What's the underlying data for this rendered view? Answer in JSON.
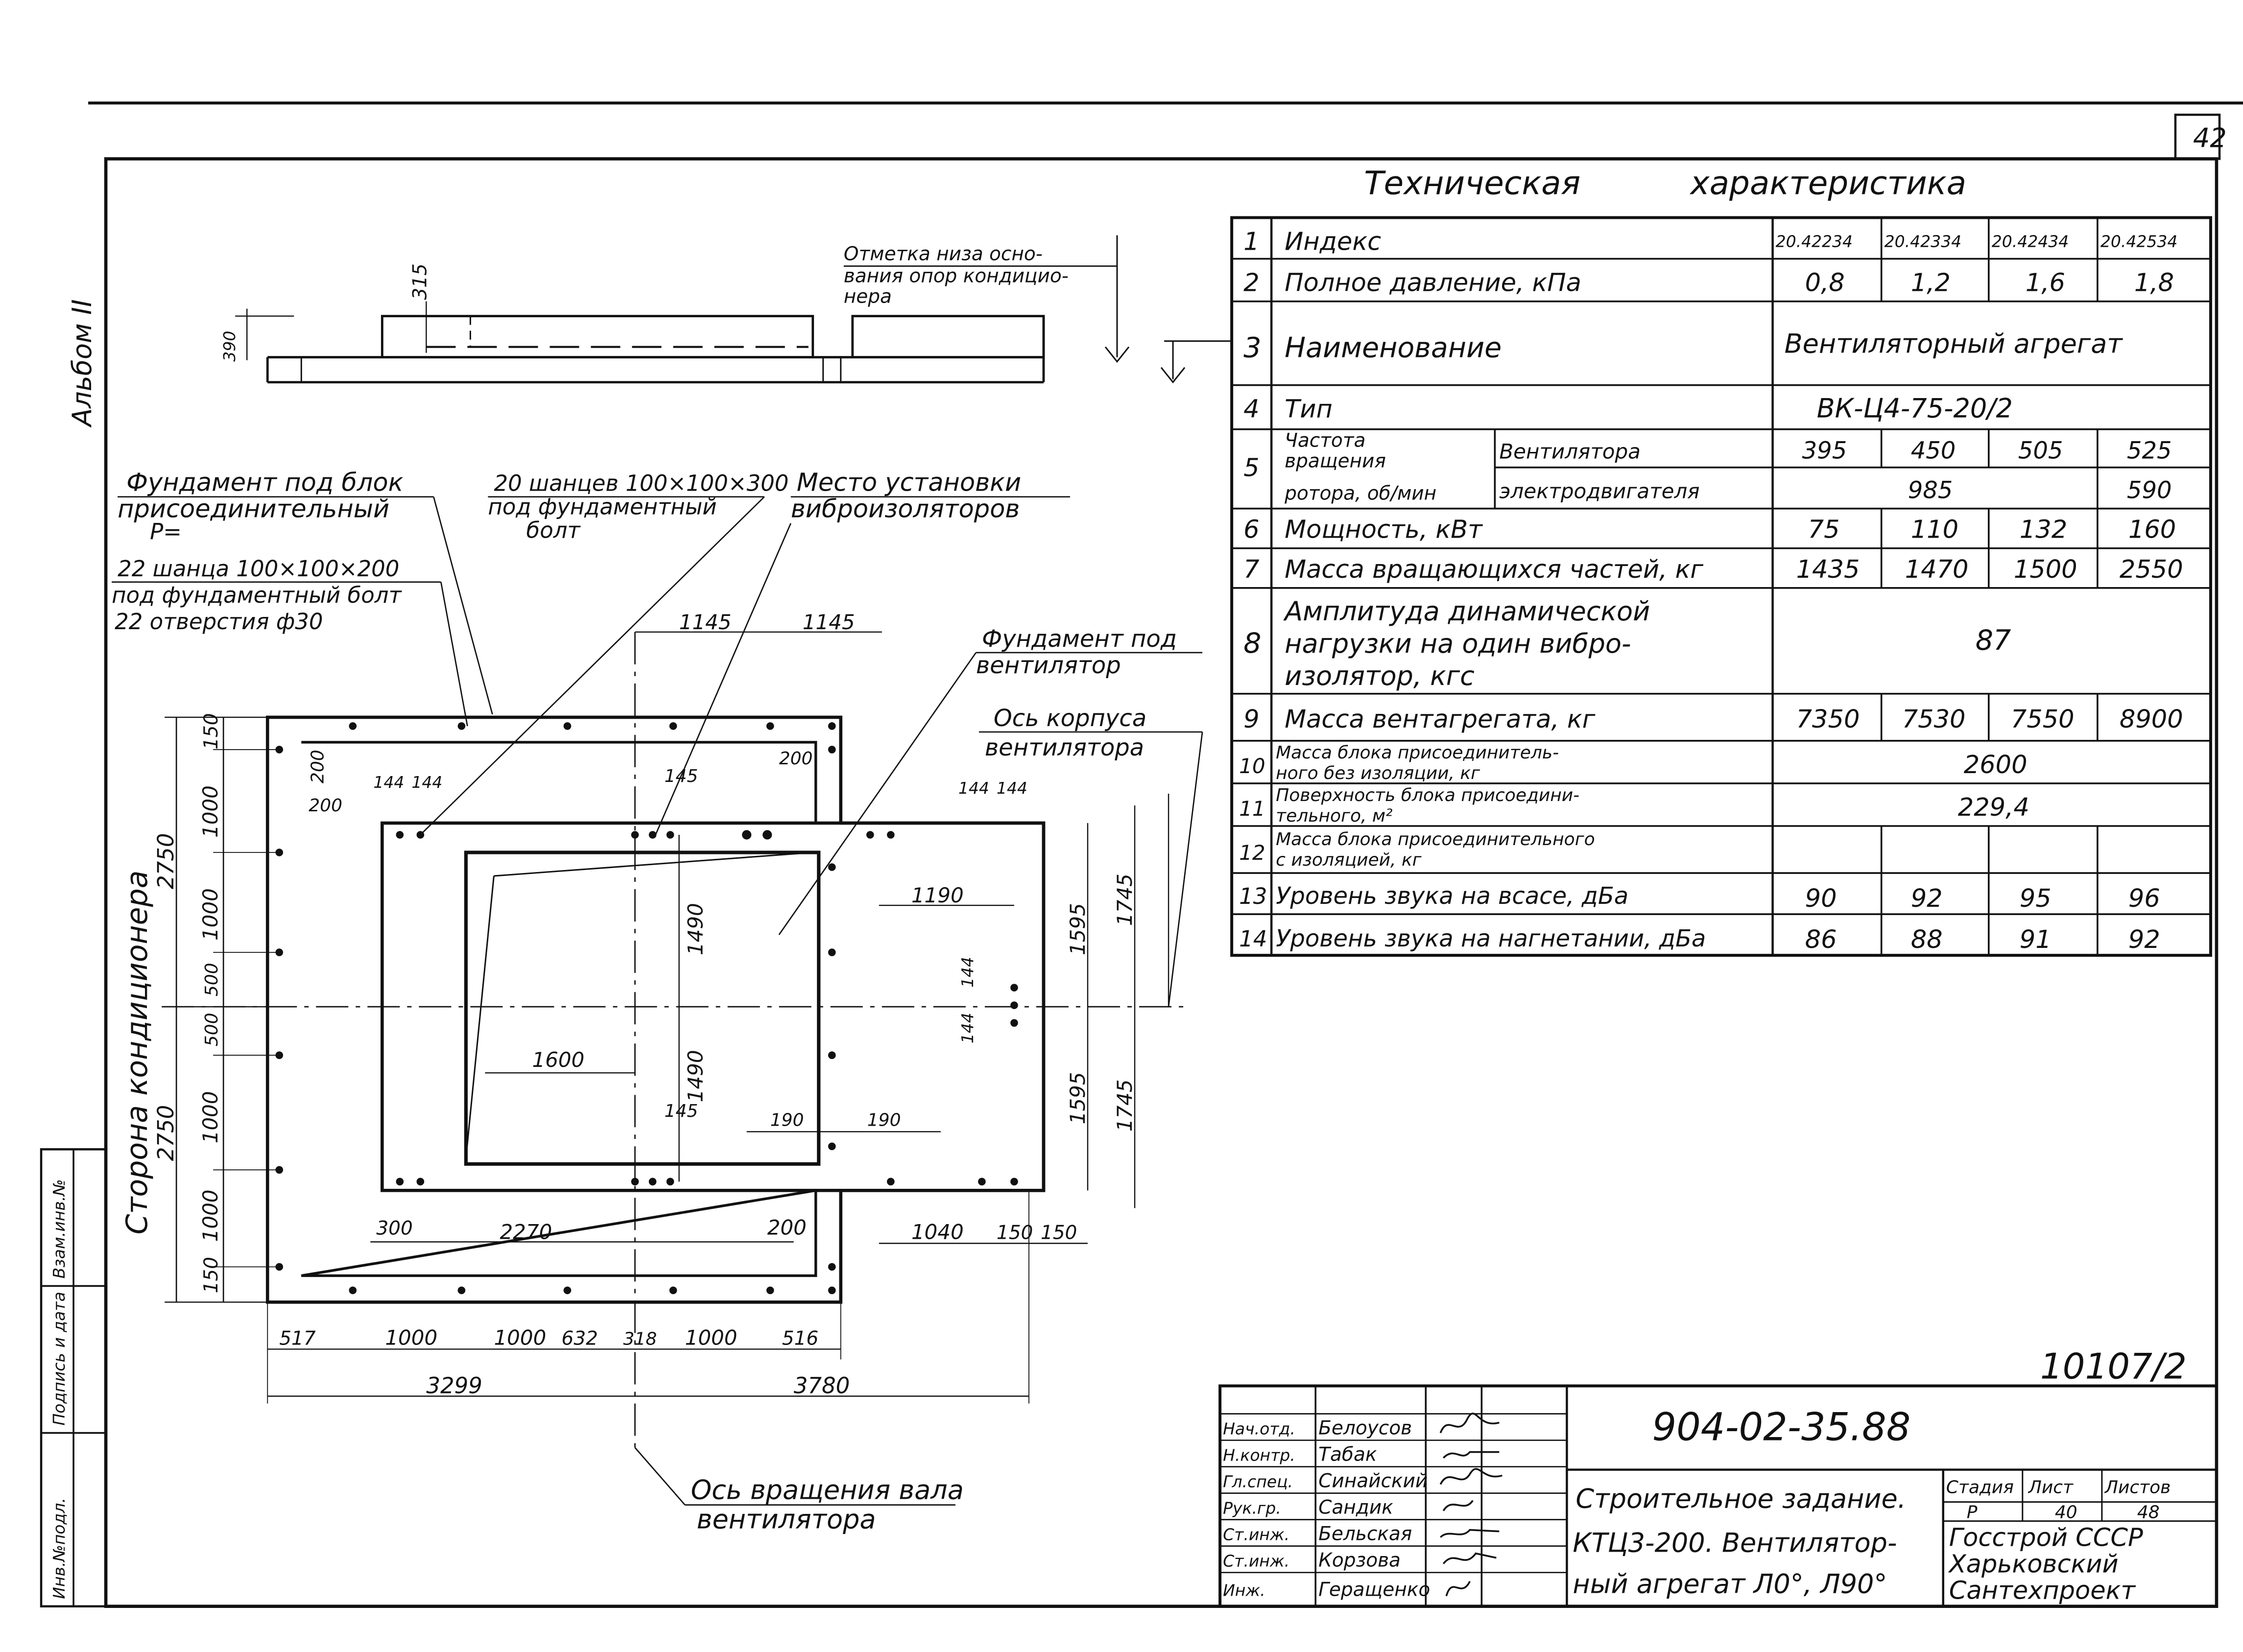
{
  "sheet": {
    "page_number": "42",
    "album": "Альбом II",
    "doc_number": "10107/2",
    "colors": {
      "ink": "#111111",
      "paper": "#ffffff"
    }
  },
  "tech_table": {
    "title_part1": "Техническая",
    "title_part2": "характеристика",
    "rows": [
      {
        "n": "1",
        "label": "Индекс",
        "values": [
          "20.42234",
          "20.42334",
          "20.42434",
          "20.42534"
        ]
      },
      {
        "n": "2",
        "label": "Полное давление, кПа",
        "values": [
          "0,8",
          "1,2",
          "1,6",
          "1,8"
        ]
      },
      {
        "n": "3",
        "label": "Наименование",
        "merged": "Вентиляторный агрегат"
      },
      {
        "n": "4",
        "label": "Тип",
        "merged": "ВК-Ц4-75-20/2"
      },
      {
        "n": "5",
        "label_lines": [
          "Частота",
          "вращения",
          "ротора, об/мин"
        ],
        "sub_fan": "Вентилятора",
        "sub_motor": "электродвигателя",
        "fan_values": [
          "395",
          "450",
          "505",
          "525"
        ],
        "motor_merged": "985",
        "motor_last": "590"
      },
      {
        "n": "6",
        "label": "Мощность, кВт",
        "values": [
          "75",
          "110",
          "132",
          "160"
        ]
      },
      {
        "n": "7",
        "label": "Масса вращающихся частей, кг",
        "values": [
          "1435",
          "1470",
          "1500",
          "2550"
        ]
      },
      {
        "n": "8",
        "label_lines": [
          "Амплитуда динамической",
          "нагрузки на один вибро-",
          "изолятор, кгс"
        ],
        "merged": "87"
      },
      {
        "n": "9",
        "label": "Масса вентагрегата, кг",
        "values": [
          "7350",
          "7530",
          "7550",
          "8900"
        ]
      },
      {
        "n": "10",
        "label_lines": [
          "Масса блока присоединитель-",
          "ного без изоляции, кг"
        ],
        "merged": "2600"
      },
      {
        "n": "11",
        "label_lines": [
          "Поверхность блока присоедини-",
          "тельного, м²"
        ],
        "merged": "229,4"
      },
      {
        "n": "12",
        "label_lines": [
          "Масса блока присоединительного",
          "с изоляцией, кг"
        ],
        "values": [
          "",
          "",
          "",
          ""
        ]
      },
      {
        "n": "13",
        "label": "Уровень звука на всасе, дБа",
        "values": [
          "90",
          "92",
          "95",
          "96"
        ]
      },
      {
        "n": "14",
        "label": "Уровень звука на нагнетании, дБа",
        "values": [
          "86",
          "88",
          "91",
          "92"
        ]
      }
    ]
  },
  "elevation": {
    "dim_315": "315",
    "dim_390": "390",
    "note_lines": [
      "Отметка низа осно-",
      "вания опор кондицио-",
      "нера"
    ]
  },
  "callouts": {
    "foundation_block_lines": [
      "Фундамент под блок",
      "присоединительный",
      "Р="
    ],
    "bolts_20_lines": [
      "20 шанцев 100×100×300",
      "под фундаментный",
      "болт"
    ],
    "isolators_lines": [
      "Место установки",
      "виброизоляторов"
    ],
    "bolts_22_lines": [
      "22 шанца 100×100×200",
      "под фундаментный болт",
      "22 отверстия ф30"
    ],
    "foundation_fan_lines": [
      "Фундамент под",
      "вентилятор"
    ],
    "fan_axis_lines": [
      "Ось корпуса",
      "вентилятора"
    ],
    "rotation_axis_lines": [
      "Ось вращения вала",
      "вентилятора"
    ],
    "conditioner_side": "Сторона кондиционера"
  },
  "dimensions": {
    "d1145a": "1145",
    "d1145b": "1145",
    "d150tl": "150",
    "d1000a": "1000",
    "d2750top": "2750",
    "d1000b": "1000",
    "d500a": "500",
    "d500b": "500",
    "d1000c": "1000",
    "d2750bot": "2750",
    "d1000d": "1000",
    "d150bl": "150",
    "d200a": "200",
    "d200b": "200",
    "d200c": "200",
    "d200d": "200",
    "d144a": "144",
    "d144b": "144",
    "d145a": "145",
    "d145b": "145",
    "d144c": "144",
    "d144d": "144",
    "d144e": "144",
    "d144f": "144",
    "d1190": "1190",
    "d1490a": "1490",
    "d1490b": "1490",
    "d1595a": "1595",
    "d1745a": "1745",
    "d1595b": "1595",
    "d1745b": "1745",
    "d1600": "1600",
    "d190a": "190",
    "d190b": "190",
    "d300": "300",
    "d2270": "2270",
    "d1040": "1040",
    "d150r1": "150",
    "d150r2": "150",
    "b517": "517",
    "b1000a": "1000",
    "b1000b": "1000",
    "b632": "632",
    "b318": "318",
    "b1000c": "1000",
    "b516": "516",
    "b3299": "3299",
    "b3780": "3780"
  },
  "title_block": {
    "designation": "904-02-35.88",
    "roles": [
      "Нач.отд.",
      "Н.контр.",
      "Гл.спец.",
      "Рук.гр.",
      "Ст.инж.",
      "Ст.инж.",
      "Инж."
    ],
    "names": [
      "Белоусов",
      "Табак",
      "Синайский",
      "Сандик",
      "Бельская",
      "Корзова",
      "Геращенко"
    ],
    "sheet_title_lines": [
      "Строительное задание.",
      "КТЦ3-200. Вентилятор-",
      "ный агрегат Л0°, Л90°"
    ],
    "stage_label": "Стадия",
    "sheet_label": "Лист",
    "sheets_label": "Листов",
    "stage": "Р",
    "sheet": "40",
    "sheets": "48",
    "org_lines": [
      "Госстрой СССР",
      "Харьковский",
      "Сантехпроект"
    ]
  },
  "side_stamp": {
    "labels": [
      "Инв.№подл.",
      "Подпись и дата",
      "Взам.инв.№"
    ]
  }
}
